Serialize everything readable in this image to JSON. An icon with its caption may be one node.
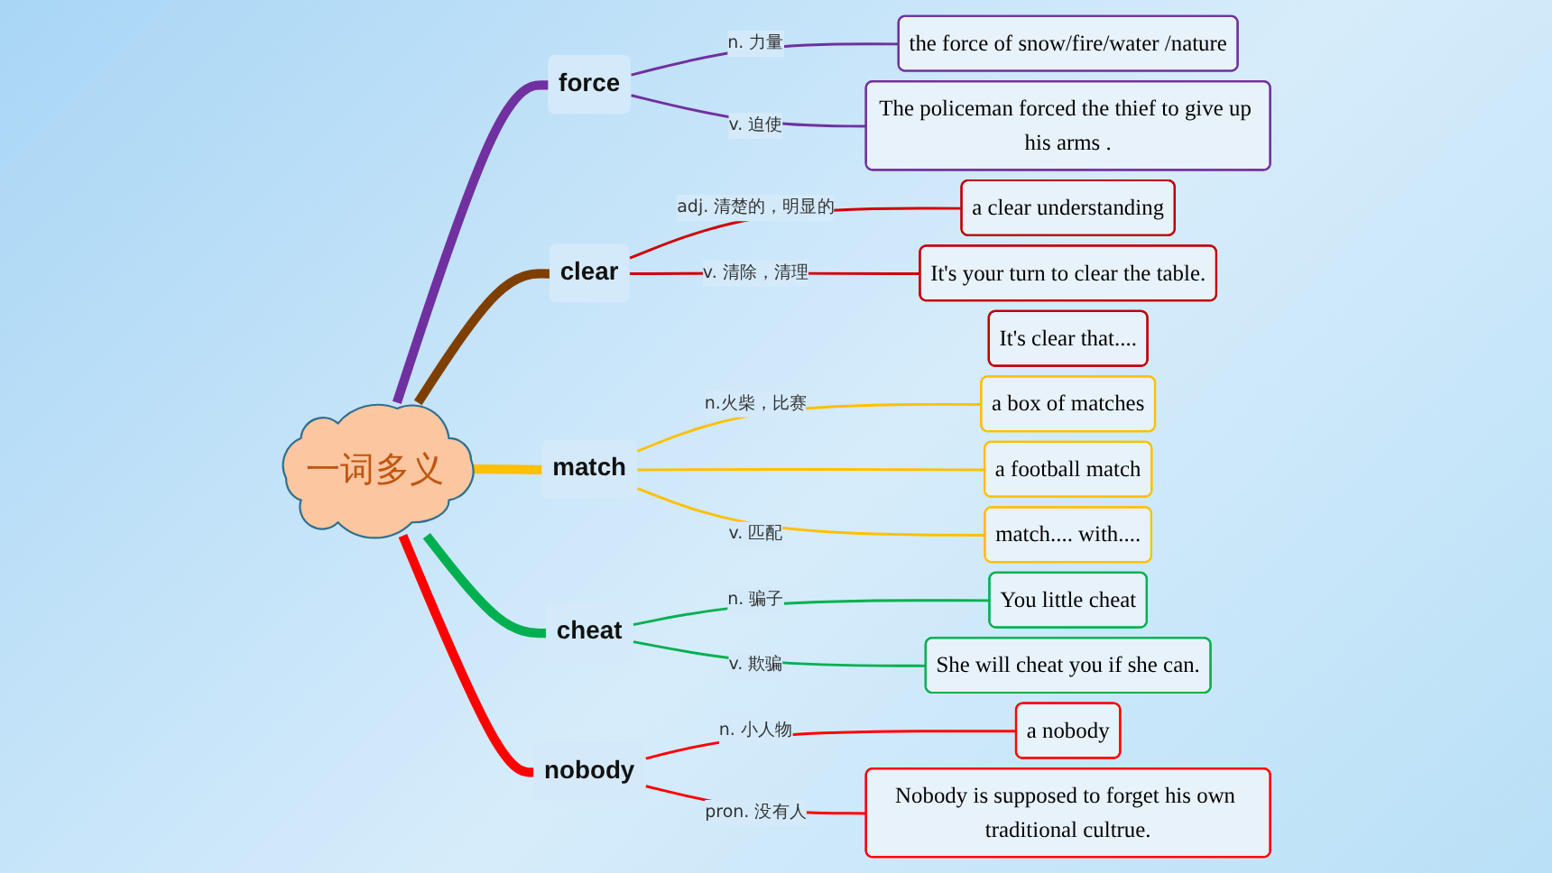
{
  "diagram": {
    "nodes": [
      {
        "text": [
          "一词多义"
        ]
      },
      {
        "text": [
          "force"
        ]
      },
      {
        "text": [
          "the force of snow/fire/water /nature"
        ]
      },
      {
        "text": [
          "The policeman forced the thief to give up his arms ."
        ]
      },
      {
        "text": [
          "clear"
        ]
      },
      {
        "text": [
          "It's clear that...."
        ]
      },
      {
        "text": [
          "a clear understanding"
        ]
      },
      {
        "text": [
          "It's your turn to clear the table."
        ]
      },
      {
        "text": [
          "match"
        ]
      },
      {
        "text": [
          "a box of matches"
        ]
      },
      {
        "text": [
          "a football match"
        ]
      },
      {
        "text": [
          "match.... with...."
        ]
      },
      {
        "text": [
          "cheat"
        ]
      },
      {
        "text": [
          "You little cheat"
        ]
      },
      {
        "text": [
          "She will cheat you if she can."
        ]
      },
      {
        "text": [
          "nobody"
        ]
      },
      {
        "text": [
          "a nobody"
        ]
      },
      {
        "text": [
          "Nobody is supposed to forget his own traditional cultrue."
        ]
      }
    ],
    "edges": [
      {
        "from": 0,
        "to": 1,
        "arrow": "none",
        "style": "thick",
        "color": "#7030a0"
      },
      {
        "from": 1,
        "to": 2,
        "arrow": "none",
        "label": "n. 力量",
        "color": "#7030a0"
      },
      {
        "from": 1,
        "to": 3,
        "arrow": "none",
        "label": "v. 迫使",
        "color": "#7030a0"
      },
      {
        "from": 0,
        "to": 4,
        "arrow": "none",
        "style": "thick",
        "color": "#7f3f00"
      },
      {
        "from": 4,
        "to": 6,
        "arrow": "none",
        "label": "adj. 清楚的，明显的",
        "color": "#d00000"
      },
      {
        "from": 4,
        "to": 7,
        "arrow": "none",
        "label": "v. 清除，清理",
        "color": "#d00000"
      },
      {
        "from": 0,
        "to": 8,
        "arrow": "none",
        "style": "thick",
        "color": "#ffc000"
      },
      {
        "from": 8,
        "to": 9,
        "arrow": "none",
        "label": "n.火柴，比赛",
        "color": "#ffc000"
      },
      {
        "from": 8,
        "to": 10,
        "arrow": "none",
        "color": "#ffc000"
      },
      {
        "from": 8,
        "to": 11,
        "arrow": "none",
        "label": "v. 匹配",
        "color": "#ffc000"
      },
      {
        "from": 0,
        "to": 12,
        "arrow": "none",
        "style": "thick",
        "color": "#00b050"
      },
      {
        "from": 12,
        "to": 13,
        "arrow": "none",
        "label": "n. 骗子",
        "color": "#00b050"
      },
      {
        "from": 12,
        "to": 14,
        "arrow": "none",
        "label": "v. 欺骗",
        "color": "#00b050"
      },
      {
        "from": 0,
        "to": 15,
        "arrow": "none",
        "style": "thick",
        "color": "#ff0000"
      },
      {
        "from": 15,
        "to": 16,
        "arrow": "none",
        "label": "n. 小人物",
        "color": "#ff0000"
      },
      {
        "from": 15,
        "to": 17,
        "arrow": "none",
        "label": "pron. 没有人",
        "color": "#ff0000"
      }
    ]
  }
}
